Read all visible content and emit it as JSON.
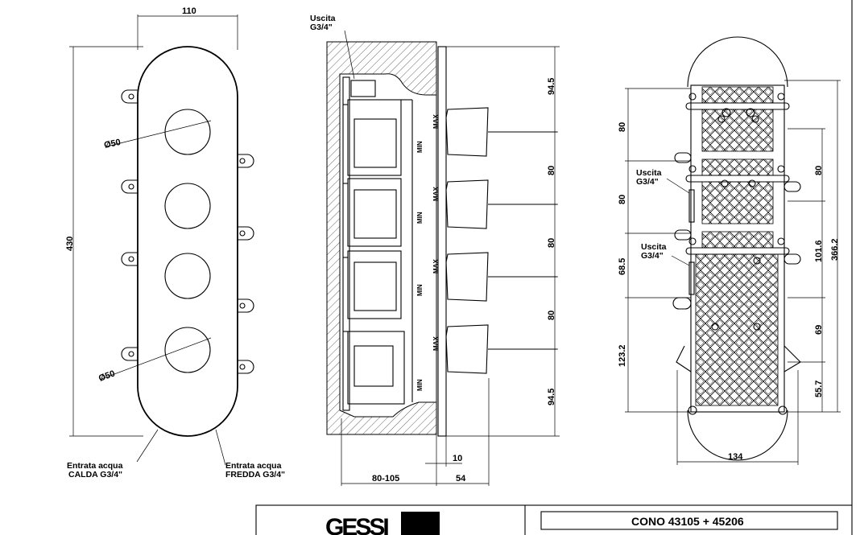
{
  "front_view": {
    "width_dim": "110",
    "height_dim": "430",
    "knob_dia_top": "Ø50",
    "knob_dia_bottom": "Ø50",
    "inlet_hot": [
      "Entrata  acqua",
      "CALDA  G3/4\""
    ],
    "inlet_cold": [
      "Entrata  acqua",
      "FREDDA  G3/4\""
    ]
  },
  "side_view": {
    "outlet_label": [
      "Uscita",
      "G3/4\""
    ],
    "dims_vertical": [
      "94.5",
      "80",
      "80",
      "80",
      "94.5"
    ],
    "depth_dim": "80-105",
    "protrusion_dim": "54",
    "plate_dim": "10",
    "min_label": "MIN",
    "max_label": "MAX"
  },
  "rear_view": {
    "outlet_label_1": [
      "Uscita",
      "G3/4\""
    ],
    "outlet_label_2": [
      "Uscita",
      "G3/4\""
    ],
    "dims_left": [
      "80",
      "80",
      "68.5",
      "123.2"
    ],
    "dims_right": [
      "80",
      "101.6",
      "366.2",
      "69",
      "55.7"
    ],
    "width_dim": "134"
  },
  "title_block": {
    "logo_text": "GESSI",
    "product": "CONO  43105 + 45206"
  }
}
